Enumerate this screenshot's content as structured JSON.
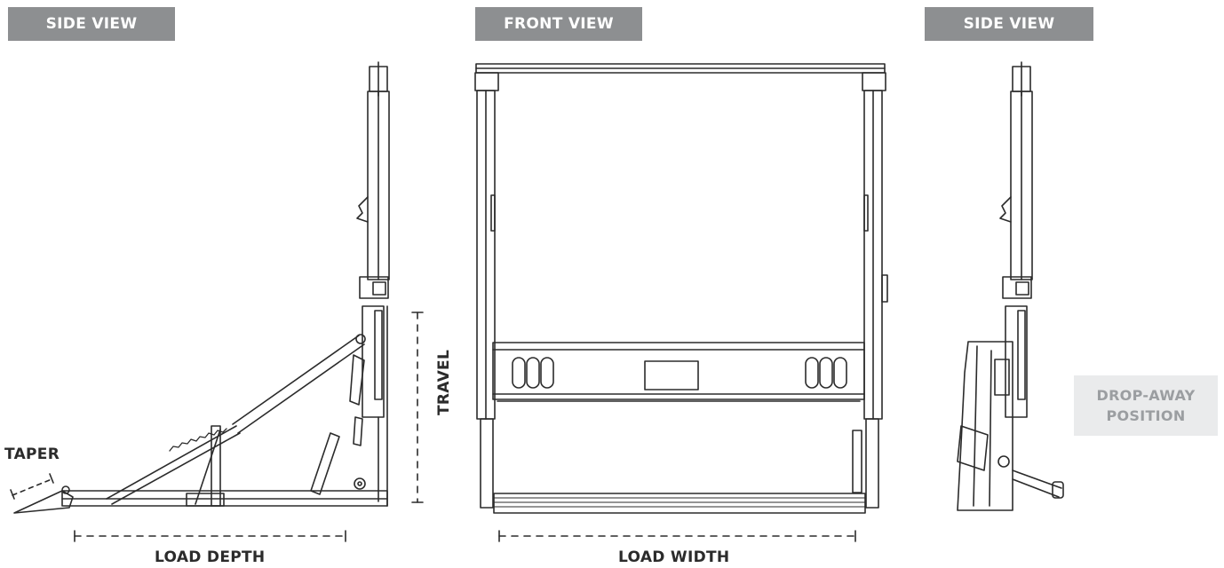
{
  "views": {
    "side_left": "SIDE VIEW",
    "front": "FRONT VIEW",
    "side_right": "SIDE VIEW"
  },
  "dimensions": {
    "taper": "TAPER",
    "load_depth": "LOAD DEPTH",
    "load_width": "LOAD WIDTH",
    "travel": "TRAVEL"
  },
  "drop_away": {
    "line1": "DROP-AWAY",
    "line2": "POSITION"
  },
  "colors": {
    "tag_background": "#8d8f91",
    "tag_text": "#ffffff",
    "line": "#2b2b2b",
    "drop_box_background": "#eaebec",
    "drop_box_text": "#9b9ea1"
  }
}
